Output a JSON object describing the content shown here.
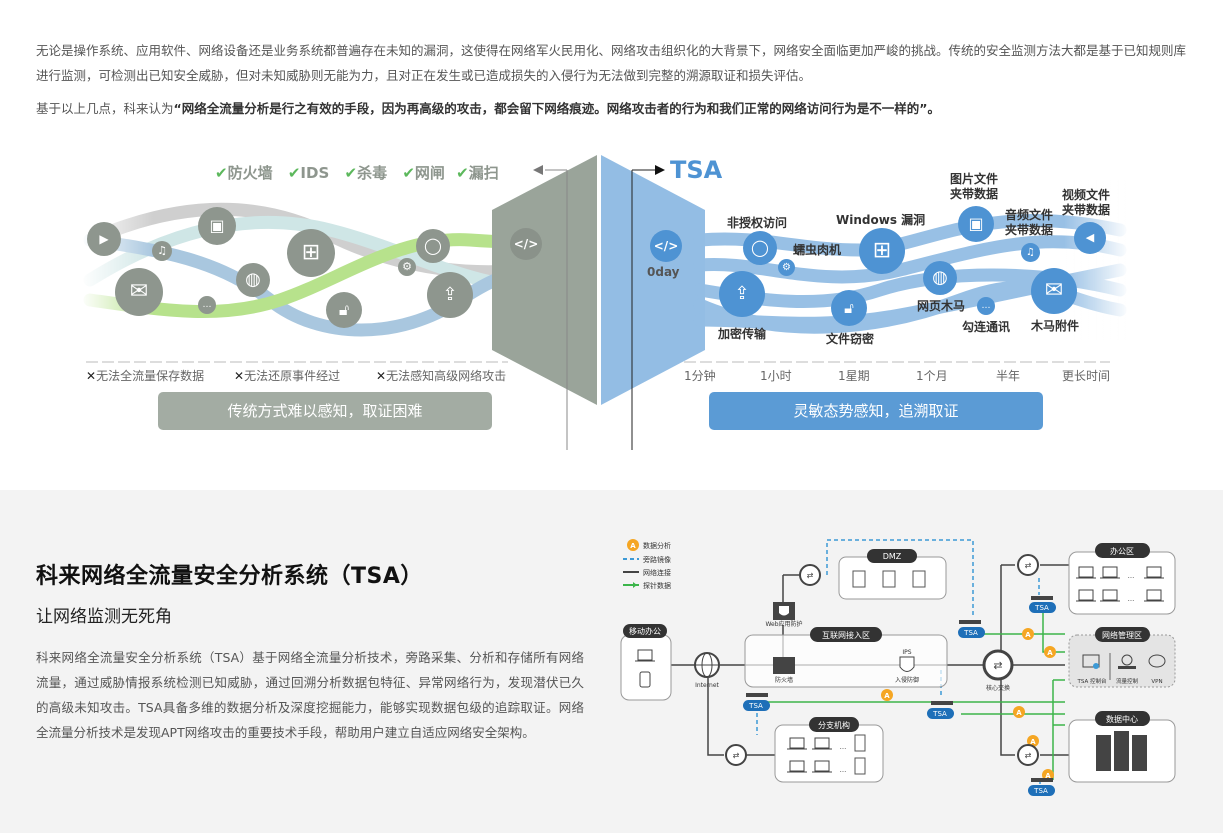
{
  "intro": {
    "paragraph1": "无论是操作系统、应用软件、网络设备还是业务系统都普遍存在未知的漏洞，这使得在网络军火民用化、网络攻击组织化的大背景下，网络安全面临更加严峻的挑战。传统的安全监测方法大都是基于已知规则库进行监测，可检测出已知安全威胁，但对未知威胁则无能为力，且对正在发生或已造成损失的入侵行为无法做到完整的溯源取证和损失评估。",
    "paragraph2_prefix": "基于以上几点，科来认为",
    "paragraph2_quote": "“网络全流量分析是行之有效的手段，因为再高级的攻击，都会留下网络痕迹。网络攻击者的行为和我们正常的网络访问行为是不一样的”。"
  },
  "traditional": {
    "checks": [
      "防火墙",
      "IDS",
      "杀毒",
      "网闸",
      "漏扫"
    ],
    "limitations": [
      "无法全流量保存数据",
      "无法还原事件经过",
      "无法感知高级网络攻击"
    ],
    "summary_button": "传统方式难以感知，取证困难",
    "color": "#a3aca3",
    "icons": [
      "video-icon",
      "music-icon",
      "image-icon",
      "mail-download-icon",
      "globe-icon",
      "chat-icon",
      "windows-icon",
      "unlock-icon",
      "settings-icon",
      "user-icon",
      "upload-monitor-icon",
      "code-icon"
    ]
  },
  "tsa": {
    "brand": "TSA",
    "threats": [
      {
        "label": "0day",
        "icon": "code-icon"
      },
      {
        "label": "非授权访问",
        "icon": "user-icon"
      },
      {
        "label": "蠕虫肉机",
        "icon": "settings-icon"
      },
      {
        "label": "加密传输",
        "icon": "upload-monitor-icon"
      },
      {
        "label": "Windows 漏洞",
        "icon": "windows-icon"
      },
      {
        "label": "文件窃密",
        "icon": "unlock-icon"
      },
      {
        "label": "图片文件夹带数据",
        "icon": "image-icon"
      },
      {
        "label": "网页木马",
        "icon": "globe-icon"
      },
      {
        "label": "音频文件夹带数据",
        "icon": "music-icon"
      },
      {
        "label": "勾连通讯",
        "icon": "chat-icon"
      },
      {
        "label": "视频文件夹带数据",
        "icon": "video-icon"
      },
      {
        "label": "木马附件",
        "icon": "mail-download-icon"
      }
    ],
    "timeline": [
      "1分钟",
      "1小时",
      "1星期",
      "1个月",
      "半年",
      "更长时间"
    ],
    "summary_button": "灵敏态势感知，追溯取证",
    "color": "#5b9bd5"
  },
  "product": {
    "title": "科来网络全流量安全分析系统（TSA）",
    "subtitle": "让网络监测无死角",
    "description": "科来网络全流量安全分析系统（TSA）基于网络全流量分析技术，旁路采集、分析和存储所有网络流量，通过威胁情报系统检测已知威胁，通过回溯分析数据包特征、异常网络行为，发现潜伏已久的高级未知攻击。TSA具备多维的数据分析及深度挖掘能力，能够实现数据包级的追踪取证。网络全流量分析技术是发现APT网络攻击的重要技术手段，帮助用户建立自适应网络安全架构。"
  },
  "network": {
    "legend": [
      {
        "symbol": "A",
        "label": "数据分析"
      },
      {
        "symbol": "dashed",
        "label": "旁路镜像"
      },
      {
        "symbol": "solid",
        "label": "网络连接"
      },
      {
        "symbol": "arrow",
        "label": "探针数据"
      }
    ],
    "zones": {
      "mobile": "移动办公",
      "dmz": "DMZ",
      "internet_access": "互联网接入区",
      "office": "办公区",
      "mgmt": "网络管理区",
      "branch": "分支机构",
      "datacenter": "数据中心"
    },
    "nodes": {
      "internet": "Internet",
      "waf": "Web应用防护",
      "firewall": "防火墙",
      "ips_title": "IPS",
      "ips": "入侵防御",
      "core_switch": "核心交换",
      "tsa_console": "TSA 控制台",
      "traffic_control": "流量控制",
      "vpn": "VPN",
      "tsa_label": "TSA",
      "analysis_symbol": "A",
      "ellipsis": "..."
    },
    "colors": {
      "tsa_badge": "#1e6fb8",
      "analysis": "#f5a623",
      "probe": "#3cb54a",
      "mirror": "#3d9ad6",
      "link": "#444444"
    }
  }
}
